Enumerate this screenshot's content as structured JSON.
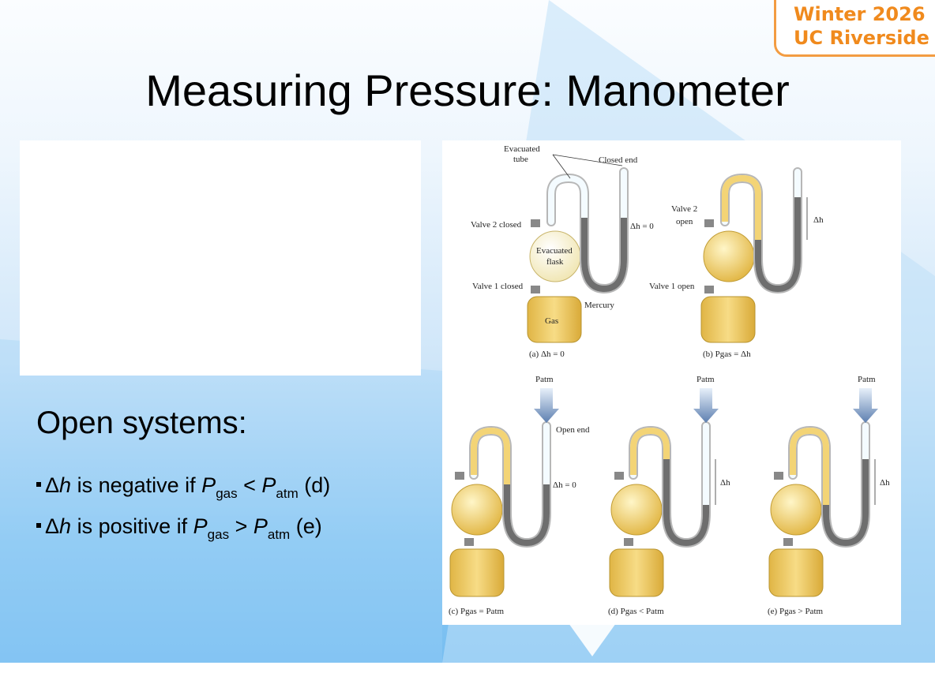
{
  "badge": {
    "line1": "Winter 2026",
    "line2": "UC Riverside"
  },
  "title": "Measuring Pressure: Manometer",
  "subheading": "Open systems:",
  "bullets": [
    {
      "delta": "Δ",
      "h": "h",
      "text1": " is negative if ",
      "P1": "P",
      "sub1": "gas",
      "op": " < ",
      "P2": "P",
      "sub2": "atm",
      "tail": " (d)"
    },
    {
      "delta": "Δ",
      "h": "h",
      "text1": " is positive if ",
      "P1": "P",
      "sub1": "gas",
      "op": " > ",
      "P2": "P",
      "sub2": "atm",
      "tail": " (e)"
    }
  ],
  "figure": {
    "labels": {
      "evacuated_tube_1": "Evacuated",
      "evacuated_tube_2": "tube",
      "closed_end": "Closed end",
      "valve2_closed": "Valve 2 closed",
      "valve1_closed": "Valve 1 closed",
      "evacuated_flask_1": "Evacuated",
      "evacuated_flask_2": "flask",
      "delta_h_zero_a": "Δh = 0",
      "mercury": "Mercury",
      "gas": "Gas",
      "valve2": "Valve 2",
      "open": "open",
      "valve1_open": "Valve 1 open",
      "delta_h_b": "Δh",
      "open_end": "Open end",
      "delta_h_zero_c": "Δh = 0",
      "delta_h_d": "Δh",
      "delta_h_e": "Δh",
      "p_atm": "Patm"
    },
    "captions": {
      "a": "(a) Δh = 0",
      "b": "(b) Pgas = Δh",
      "c": "(c) Pgas = Patm",
      "d": "(d) Pgas < Patm",
      "e": "(e) Pgas > Patm"
    }
  },
  "colors": {
    "badge_border": "#f39c42",
    "badge_text": "#f08a1d",
    "gas_yellow": "#f3d476",
    "mercury": "#6e6e6e"
  }
}
